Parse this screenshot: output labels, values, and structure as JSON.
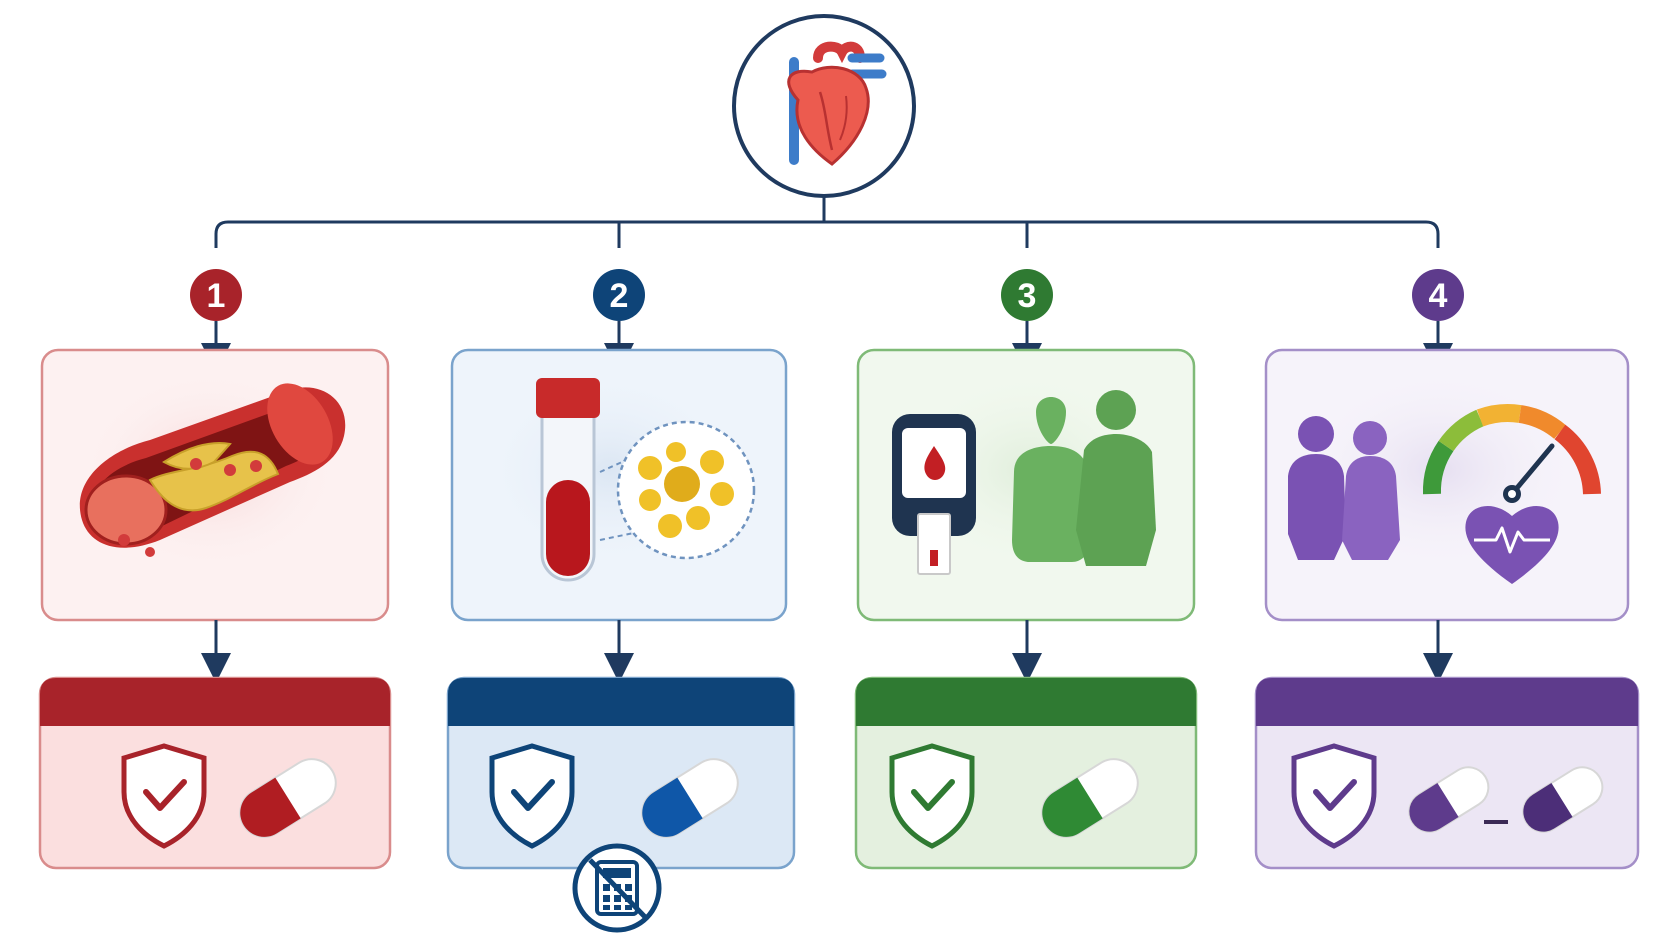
{
  "colors": {
    "navy": "#1f3a5f",
    "red": "#a8232a",
    "blue": "#0e4478",
    "green": "#2f7a32",
    "purple": "#5e3b8c"
  },
  "branches": [
    {
      "number": "1",
      "theme": "red",
      "topic_icon": "artery-plaque-icon",
      "outcome_icons": [
        "shield-check-icon",
        "capsule-icon"
      ]
    },
    {
      "number": "2",
      "theme": "blue",
      "topic_icon": "blood-tube-lipid-icon",
      "outcome_icons": [
        "shield-check-icon",
        "capsule-icon"
      ],
      "badge_icon": "no-calculator-icon"
    },
    {
      "number": "3",
      "theme": "green",
      "topic_icon": "glucometer-people-icon",
      "outcome_icons": [
        "shield-check-icon",
        "capsule-icon"
      ]
    },
    {
      "number": "4",
      "theme": "purple",
      "topic_icon": "people-gauge-heart-icon",
      "outcome_icons": [
        "shield-check-icon",
        "capsule-icon",
        "dash-icon",
        "capsule-icon"
      ]
    }
  ],
  "root_icon": "heart-icon"
}
